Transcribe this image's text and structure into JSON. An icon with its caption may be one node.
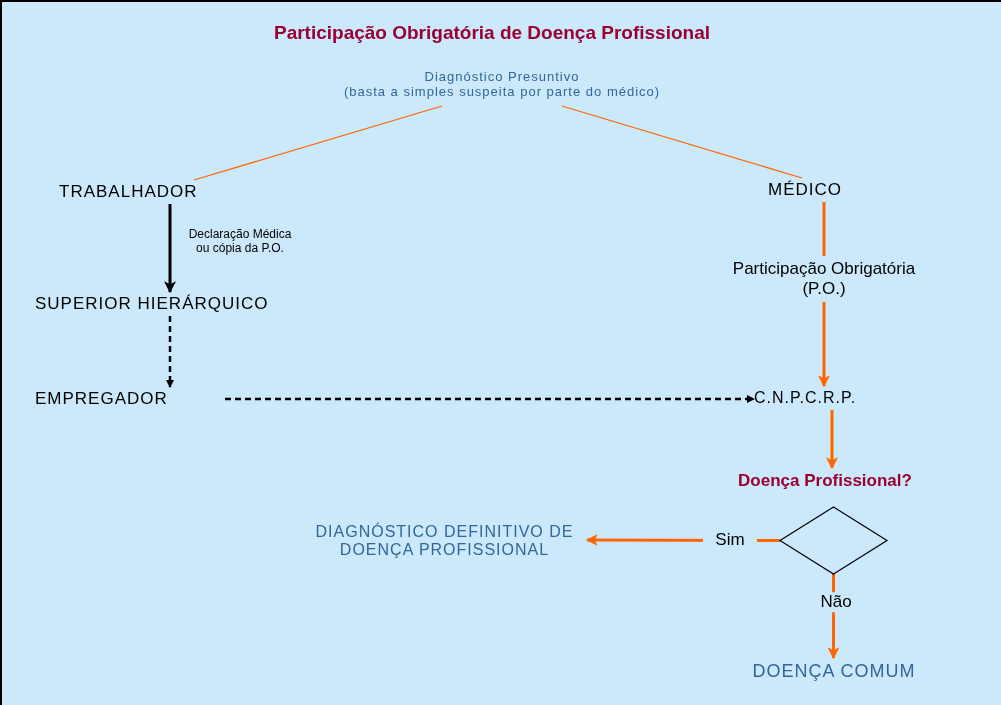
{
  "diagram": {
    "title": "Participação Obrigatória de Doença Profissional",
    "nodes": [
      {
        "text": [
          "Diagnóstico Presuntivo",
          "(basta a simples suspeita por parte do médico)"
        ]
      },
      {
        "text": [
          "TRABALHADOR"
        ]
      },
      {
        "text": [
          "MÉDICO"
        ]
      },
      {
        "text": [
          "SUPERIOR HIERÁRQUICO"
        ]
      },
      {
        "text": [
          "Participação Obrigatória (P.O.)"
        ]
      },
      {
        "text": [
          "EMPREGADOR"
        ]
      },
      {
        "text": [
          "C.N.P.C.R.P."
        ]
      },
      {
        "text": [
          "Doença Profissional?"
        ]
      },
      {
        "text": [],
        "shape": "diamond"
      },
      {
        "text": [
          "DIAGNÓSTICO DEFINITIVO DE DOENÇA PROFISSIONAL"
        ]
      },
      {
        "text": [
          "DOENÇA COMUM"
        ]
      }
    ],
    "edges": [
      {
        "from": 0,
        "to": 1,
        "arrow": "none"
      },
      {
        "from": 0,
        "to": 2,
        "arrow": "none"
      },
      {
        "from": 1,
        "to": 3,
        "arrow": "to",
        "label": "Declaração Médica ou cópia da P.O.",
        "color": "#000000"
      },
      {
        "from": 3,
        "to": 5,
        "arrow": "to",
        "style": "dashed",
        "color": "#000000"
      },
      {
        "from": 5,
        "to": 6,
        "arrow": "to",
        "style": "dashed",
        "color": "#000000"
      },
      {
        "from": 2,
        "to": 4,
        "arrow": "none"
      },
      {
        "from": 4,
        "to": 6,
        "arrow": "to"
      },
      {
        "from": 6,
        "to": 7,
        "arrow": "to"
      },
      {
        "from": 8,
        "to": 9,
        "arrow": "to",
        "label": "Sim"
      },
      {
        "from": 8,
        "to": 10,
        "arrow": "to",
        "label": "Não"
      }
    ]
  }
}
